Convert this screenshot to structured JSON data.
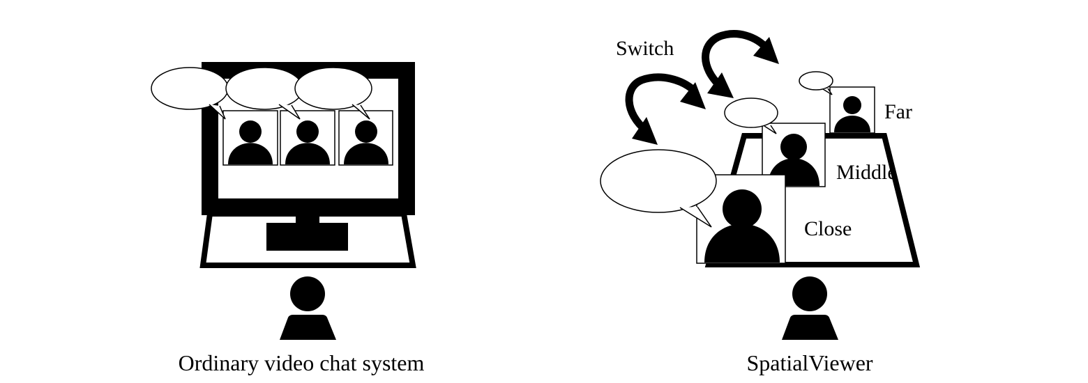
{
  "left_panel": {
    "caption": "Ordinary video chat system"
  },
  "right_panel": {
    "caption": "SpatialViewer",
    "switch_label": "Switch",
    "distance_labels": {
      "far": "Far",
      "middle": "Middle",
      "close": "Close"
    }
  },
  "icons": [
    "monitor-icon",
    "person-icon",
    "speech-bubble-icon",
    "curved-arrow-icon",
    "trapezoid-screen-icon"
  ]
}
